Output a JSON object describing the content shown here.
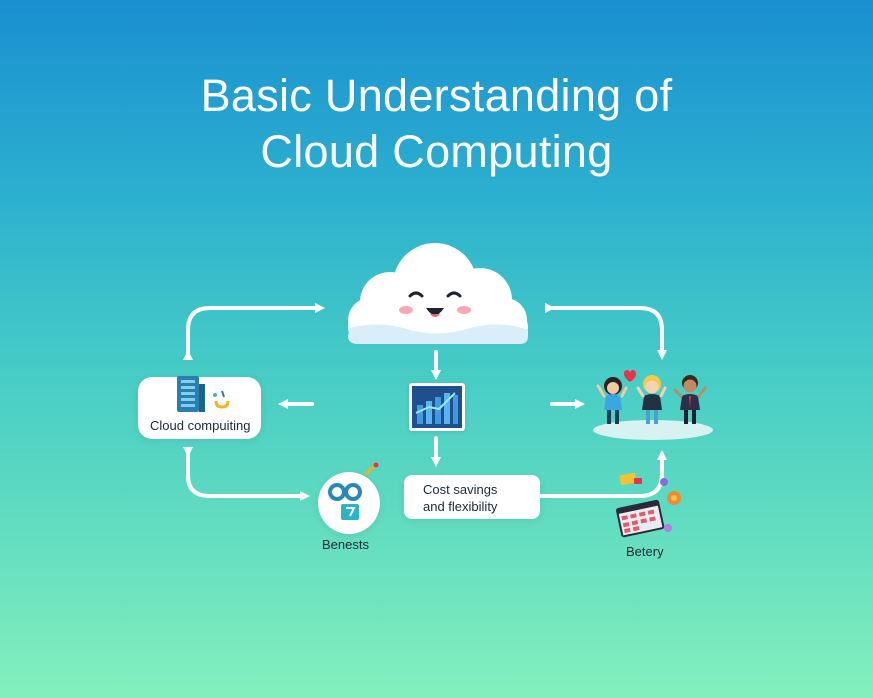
{
  "title": {
    "line1": "Basic Understanding of",
    "line2": "Cloud Computing"
  },
  "nodes": {
    "cloud_computing": "Cloud compuiting",
    "cost_savings_line1": "Cost savings",
    "cost_savings_line2": "and flexibility",
    "benefits": "Benests",
    "bottom_right": "Betery"
  },
  "colors": {
    "bg_top": "#1a8fd0",
    "bg_bottom": "#83efbd",
    "arrow": "#ffffff",
    "server_blue": "#2a7fb0",
    "chart_blue": "#2f77c8",
    "heart_red": "#e9334a"
  },
  "icons": [
    "cloud-mascot-icon",
    "server-icon",
    "bar-chart-icon",
    "people-group-icon",
    "gears-icon",
    "calendar-icon"
  ]
}
